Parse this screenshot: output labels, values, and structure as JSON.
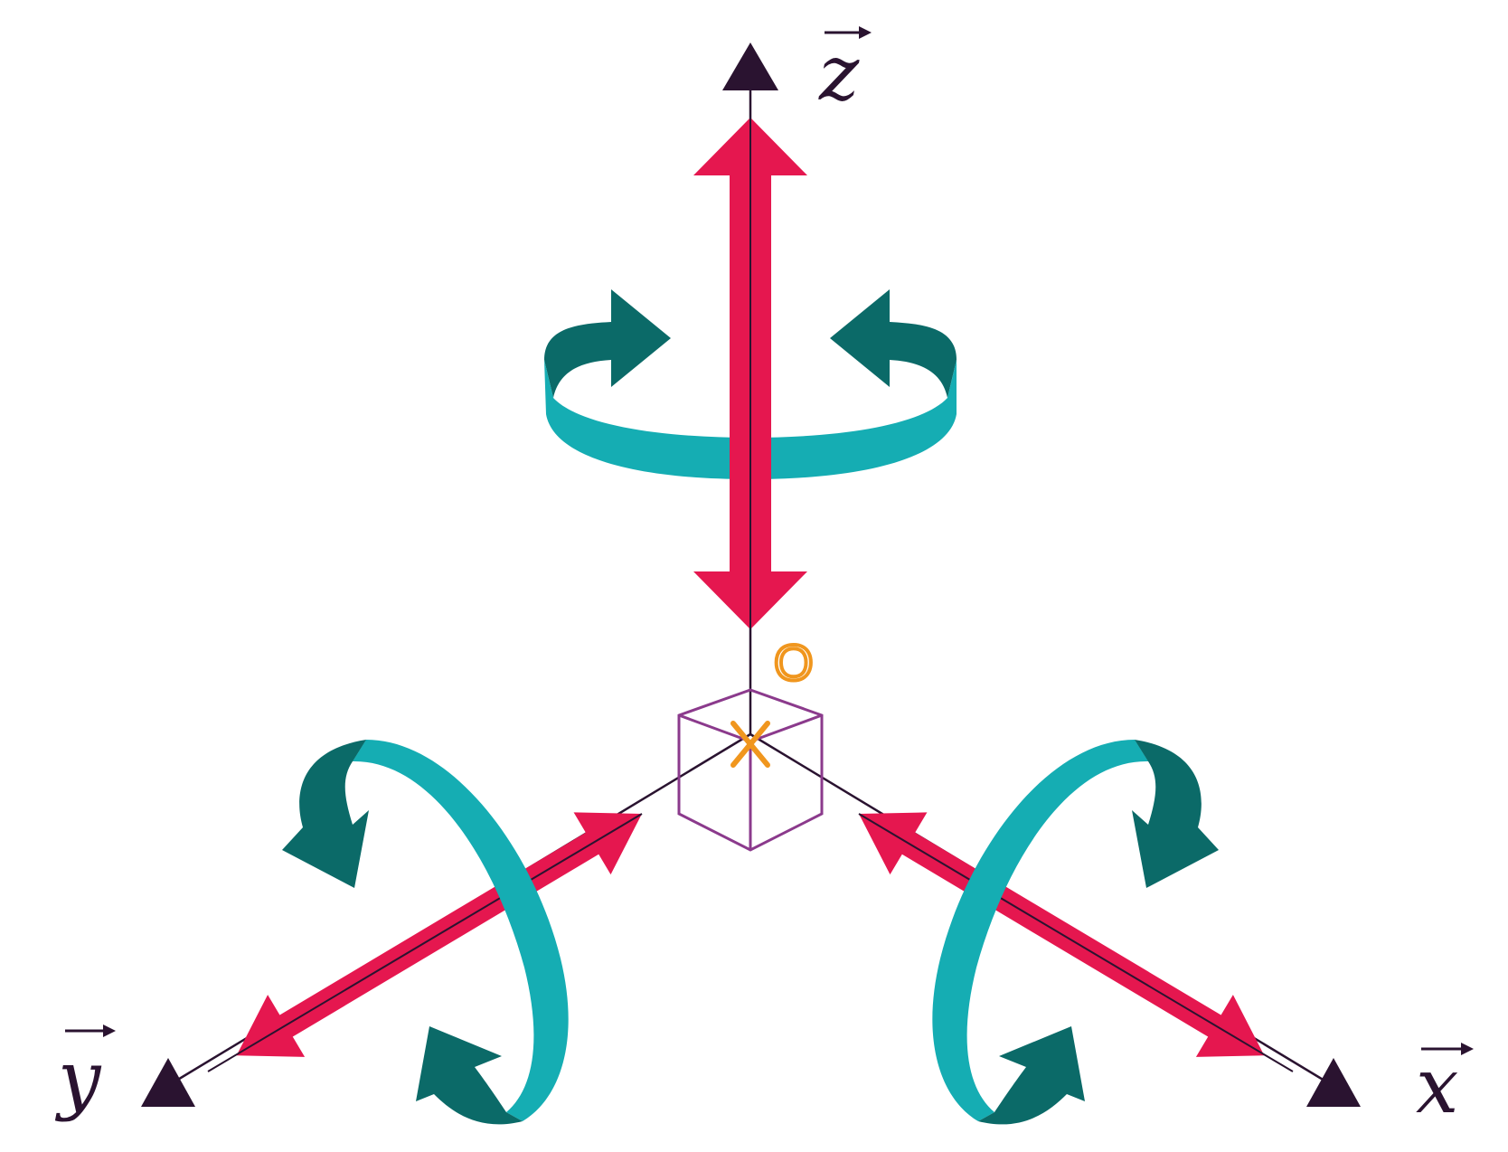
{
  "diagram": {
    "labels": {
      "z_axis": "z",
      "x_axis": "x",
      "y_axis": "y",
      "origin": "O"
    },
    "colors": {
      "axis_line": "#2a1330",
      "axis_tip": "#2a1330",
      "translation_arrow": "#e5174f",
      "rotation_band_light": "#15adb3",
      "rotation_band_dark": "#0b6a68",
      "cube_outline": "#8b3a8c",
      "origin_marker": "#f0961e"
    },
    "icons": {
      "translation": "double-headed-arrow",
      "rotation": "curved-arrow",
      "origin_marker": "cross-mark",
      "volume_element": "cube-outline"
    }
  }
}
